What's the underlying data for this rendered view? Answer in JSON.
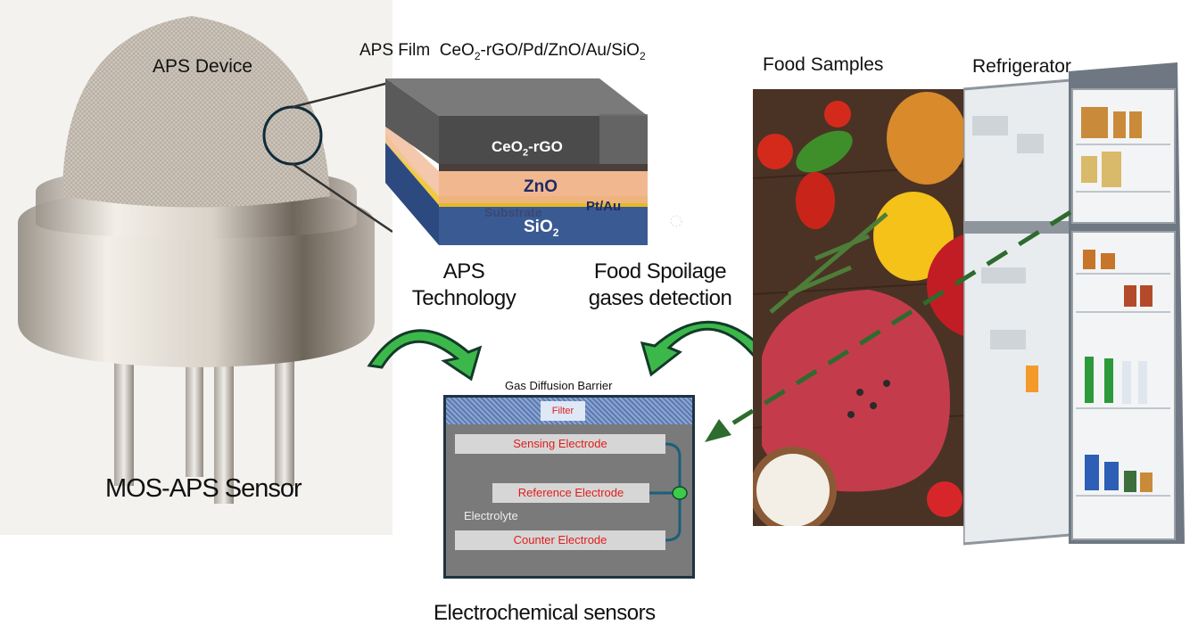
{
  "left": {
    "device_label": "APS Device",
    "sensor_label": "MOS-APS Sensor"
  },
  "film": {
    "title_prefix": "APS Film",
    "title_formula": "CeO",
    "title_formula_sub": "2",
    "title_formula_rest": "-rGO/Pd/ZnO/Au/SiO",
    "title_formula_sub2": "2",
    "layers": {
      "top": "CeO",
      "top_sub": "2",
      "top_rest": "-rGO",
      "middle": "ZnO",
      "electrode": "Pt/Au",
      "ghost": "Substrate",
      "bottom": "SiO",
      "bottom_sub": "2"
    }
  },
  "process": {
    "aps_tech_line1": "APS",
    "aps_tech_line2": "Technology",
    "spoilage_line1": "Food Spoilage",
    "spoilage_line2": "gases detection"
  },
  "cell": {
    "barrier_label": "Gas Diffusion Barrier",
    "filter": "Filter",
    "sensing": "Sensing Electrode",
    "reference": "Reference Electrode",
    "electrolyte": "Electrolyte",
    "counter": "Counter Electrode",
    "caption": "Electrochemical sensors"
  },
  "right": {
    "food_label": "Food Samples",
    "fridge_label": "Refrigerator"
  },
  "colors": {
    "arrow_green": "#3cb84a",
    "arrow_outline": "#143a2a",
    "dash_green": "#2e6b2e",
    "electrode_red": "#e11d1d",
    "sio2_blue": "#3a5a93",
    "zno_orange": "#f0b287",
    "au_yellow": "#e6b923",
    "ceo2_gray": "#555555"
  }
}
